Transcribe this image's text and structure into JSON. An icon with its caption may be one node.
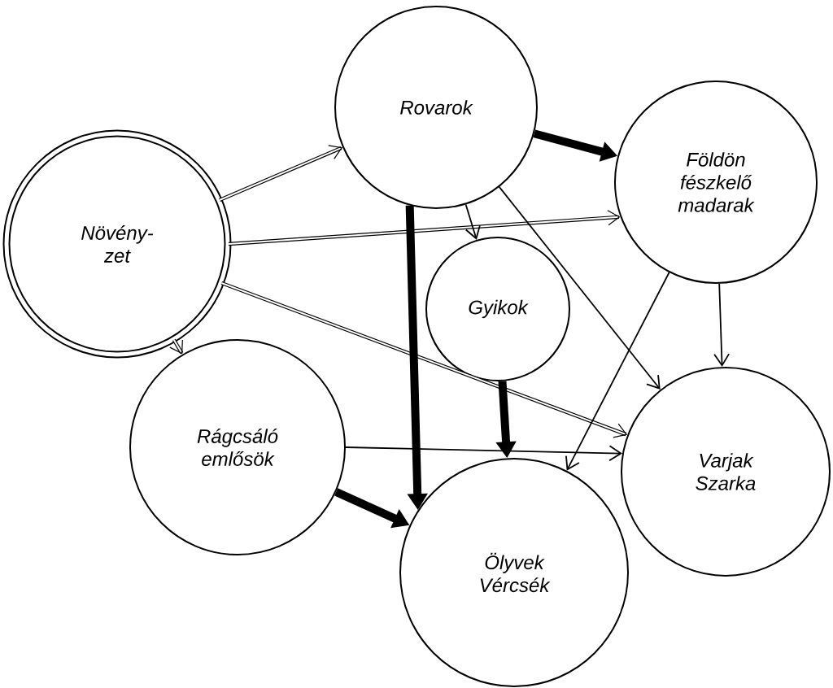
{
  "diagram": {
    "nodes": [
      {
        "text": [
          "Növény- zet"
        ]
      },
      {
        "text": [
          "Rovarok"
        ]
      },
      {
        "text": [
          "Földön fészkelő madarak"
        ]
      },
      {
        "text": [
          "Gyikok"
        ]
      },
      {
        "text": [
          "Rágcsáló emlősök"
        ]
      },
      {
        "text": [
          "Varjak Szarka"
        ]
      },
      {
        "text": [
          "Ölyvek Vércsék"
        ]
      }
    ],
    "edges": [
      {
        "from": 0,
        "to": 1,
        "arrow": "to"
      },
      {
        "from": 0,
        "to": 2,
        "arrow": "to"
      },
      {
        "from": 0,
        "to": 4,
        "arrow": "to"
      },
      {
        "from": 0,
        "to": 5,
        "arrow": "to"
      },
      {
        "from": 1,
        "to": 2,
        "arrow": "to",
        "style": "thick"
      },
      {
        "from": 1,
        "to": 3,
        "arrow": "to"
      },
      {
        "from": 1,
        "to": 6,
        "arrow": "to",
        "style": "thick"
      },
      {
        "from": 1,
        "to": 5,
        "arrow": "to"
      },
      {
        "from": 2,
        "to": 5,
        "arrow": "to"
      },
      {
        "from": 2,
        "to": 6,
        "arrow": "to"
      },
      {
        "from": 3,
        "to": 6,
        "arrow": "to",
        "style": "thick"
      },
      {
        "from": 4,
        "to": 5,
        "arrow": "to"
      },
      {
        "from": 4,
        "to": 6,
        "arrow": "to",
        "style": "thick"
      }
    ]
  }
}
